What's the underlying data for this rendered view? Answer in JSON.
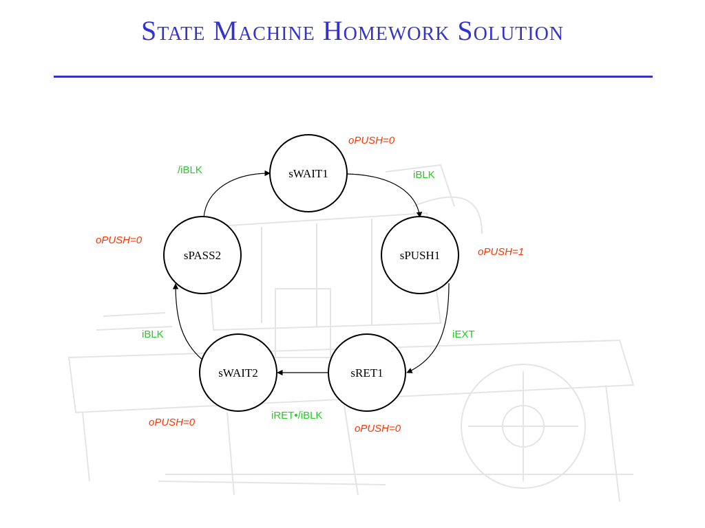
{
  "slide": {
    "title": "State Machine Homework Solution"
  },
  "diagram": {
    "states": [
      {
        "id": "sWAIT1",
        "label": "sWAIT1",
        "output": "oPUSH=0"
      },
      {
        "id": "sPUSH1",
        "label": "sPUSH1",
        "output": "oPUSH=1"
      },
      {
        "id": "sRET1",
        "label": "sRET1",
        "output": "oPUSH=0"
      },
      {
        "id": "sWAIT2",
        "label": "sWAIT2",
        "output": "oPUSH=0"
      },
      {
        "id": "sPASS2",
        "label": "sPASS2",
        "output": "oPUSH=0"
      }
    ],
    "transitions": [
      {
        "from": "sWAIT1",
        "to": "sPUSH1",
        "condition": "iBLK"
      },
      {
        "from": "sPUSH1",
        "to": "sRET1",
        "condition": "iEXT"
      },
      {
        "from": "sRET1",
        "to": "sWAIT2",
        "condition": "iRET•/iBLK"
      },
      {
        "from": "sWAIT2",
        "to": "sPASS2",
        "condition": "iBLK"
      },
      {
        "from": "sPASS2",
        "to": "sWAIT1",
        "condition": "/iBLK"
      }
    ]
  },
  "colors": {
    "title": "#3333cc",
    "condition": "#22cc22",
    "output": "#ff3300",
    "state_outline": "#000000"
  }
}
